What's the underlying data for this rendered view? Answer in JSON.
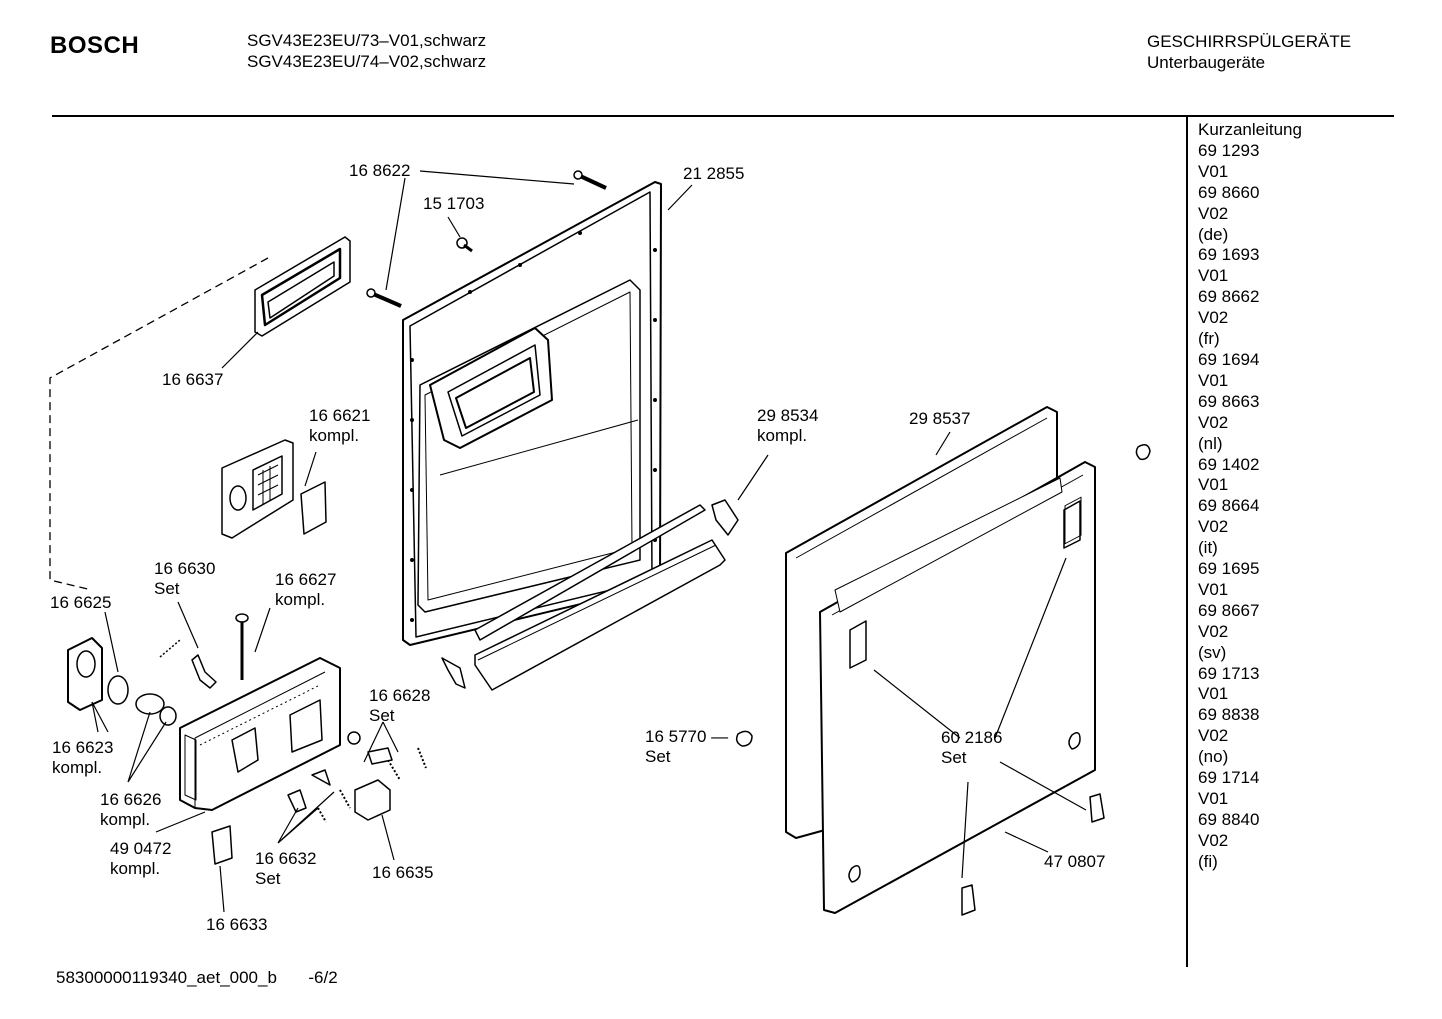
{
  "header": {
    "brand": "BOSCH",
    "model_lines": [
      "SGV43E23EU/73–V01,schwarz",
      "SGV43E23EU/74–V02,schwarz"
    ],
    "category_lines": [
      "GESCHIRRSPÜLGERÄTE",
      "Unterbaugeräte"
    ]
  },
  "sidebar": {
    "items": [
      "Kurzanleitung",
      "69 1293",
      "V01",
      "69 8660",
      "V02",
      "(de)",
      "69 1693",
      "V01",
      "69 8662",
      "V02",
      "(fr)",
      "69 1694",
      "V01",
      "69 8663",
      "V02",
      "(nl)",
      "69 1402",
      "V01",
      "69 8664",
      "V02",
      "(it)",
      "69 1695",
      "V01",
      "69 8667",
      "V02",
      "(sv)",
      "69 1713",
      "V01",
      "69 8838",
      "V02",
      "(no)",
      "69 1714",
      "V01",
      "69 8840",
      "V02",
      "(fi)"
    ]
  },
  "footer": {
    "doc_id": "58300000119340_aet_000_b",
    "page": "-6/2"
  },
  "parts": {
    "p168622": "16 8622",
    "p212855": "21 2855",
    "p151703": "15 1703",
    "p166637": "16 6637",
    "p166621": [
      "16 6621",
      "kompl."
    ],
    "p298534": [
      "29 8534",
      "kompl."
    ],
    "p298537": "29 8537",
    "p166630": [
      "16 6630",
      "Set"
    ],
    "p166627": [
      "16 6627",
      "kompl."
    ],
    "p166625": "16 6625",
    "p166628": [
      "16 6628",
      "Set"
    ],
    "p165770": [
      "16 5770 —",
      "Set"
    ],
    "p602186": [
      "60 2186",
      "Set"
    ],
    "p166623": [
      "16 6623",
      "kompl."
    ],
    "p166626": [
      "16 6626",
      "kompl."
    ],
    "p490472": [
      "49 0472",
      "kompl."
    ],
    "p166632": [
      "16 6632",
      "Set"
    ],
    "p166635": "16 6635",
    "p470807": "47 0807",
    "p166633": "16 6633"
  }
}
